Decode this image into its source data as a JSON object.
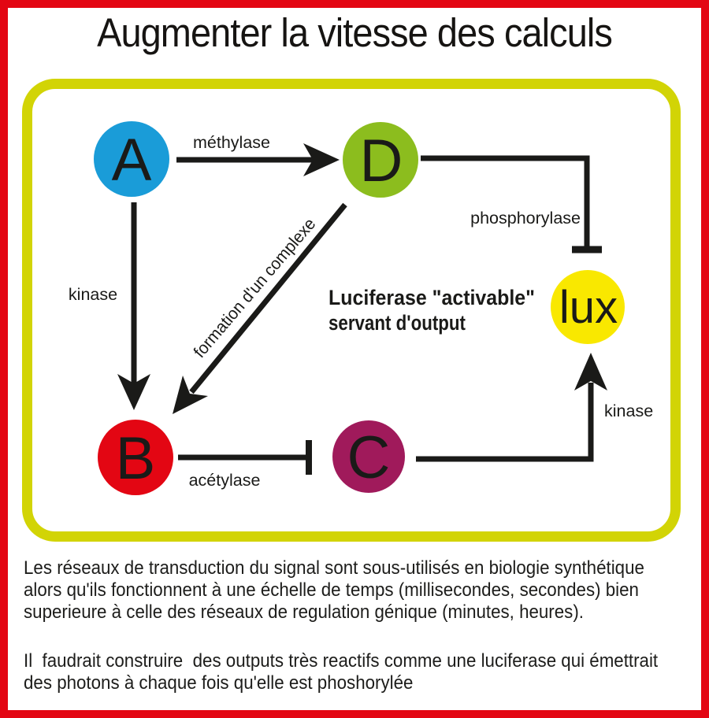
{
  "title": "Augmenter la vitesse des calculs",
  "colors": {
    "outer_border": "#e30613",
    "frame": "#d2d405",
    "line": "#1a1a18",
    "node_a": "#1a9cd8",
    "node_d": "#8cbd1e",
    "node_b": "#e30613",
    "node_c": "#a01a5b",
    "node_lux": "#f9e800"
  },
  "diagram": {
    "nodes": {
      "a": {
        "label": "A"
      },
      "d": {
        "label": "D"
      },
      "b": {
        "label": "B"
      },
      "c": {
        "label": "C"
      },
      "lux": {
        "label": "lux"
      }
    },
    "edge_labels": {
      "a_d": "méthylase",
      "a_b": "kinase",
      "d_b": "formation d'un complexe",
      "d_lux": "phosphorylase",
      "b_c": "acétylase",
      "c_lux": "kinase"
    },
    "annotation": {
      "line1": "Luciferase \"activable\"",
      "line2": "servant d'output"
    }
  },
  "paragraphs": {
    "p1": {
      "line1": "Les réseaux de transduction du signal sont sous-utilisés en biologie synthétique",
      "line2": "alors qu'ils fonctionnent à une échelle de temps (millisecondes, secondes) bien",
      "line3": "superieure à celle des réseaux de regulation génique (minutes, heures)."
    },
    "p2": {
      "line1": "Il  faudrait construire  des outputs très reactifs comme une luciferase qui émettrait",
      "line2": "des photons à chaque fois qu'elle est phoshorylée"
    }
  }
}
